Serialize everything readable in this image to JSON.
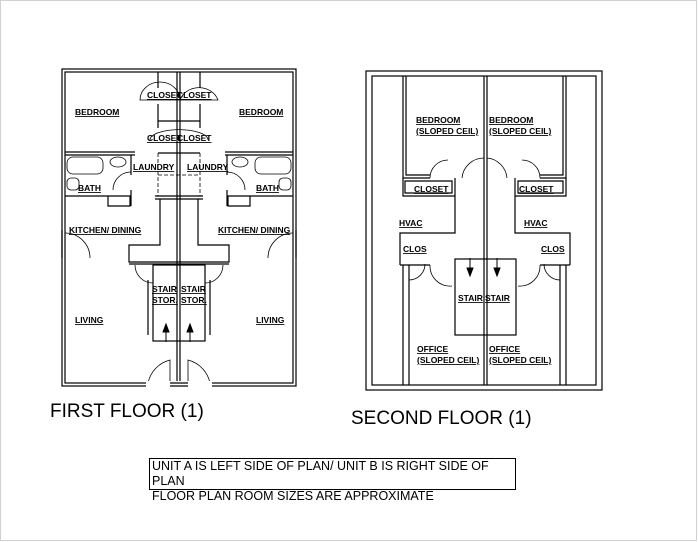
{
  "first_floor": {
    "title": "FIRST FLOOR (1)",
    "labels": {
      "bedroom_a": "BEDROOM",
      "bedroom_b": "BEDROOM",
      "closet_top_a": "CLOSET",
      "closet_top_b": "CLOSET",
      "closet_mid_a": "CLOSET",
      "closet_mid_b": "CLOSET",
      "laundry_a": "LAUNDRY",
      "laundry_b": "LAUNDRY",
      "bath_a": "BATH",
      "bath_b": "BATH",
      "kitchen_a": "KITCHEN/ DINING",
      "kitchen_b": "KITCHEN/ DINING",
      "stair_a": "STAIR",
      "stor_a": "STOR.",
      "stair_b": "STAIR",
      "stor_b": "STOR.",
      "living_a": "LIVING",
      "living_b": "LIVING"
    }
  },
  "second_floor": {
    "title": "SECOND FLOOR (1)",
    "labels": {
      "bedroom_a": "BEDROOM",
      "bedroom_a2": "(SLOPED CEIL)",
      "bedroom_b": "BEDROOM",
      "bedroom_b2": "(SLOPED CEIL)",
      "closet_a": "CLOSET",
      "closet_b": "CLOSET",
      "hvac_a": "HVAC",
      "hvac_b": "HVAC",
      "clos_a": "CLOS",
      "clos_b": "CLOS",
      "stair_a": "STAIR",
      "stair_b": "STAIR",
      "office_a": "OFFICE",
      "office_a2": "(SLOPED CEIL)",
      "office_b": "OFFICE",
      "office_b2": "(SLOPED CEIL)"
    }
  },
  "notes": {
    "line1": "UNIT A IS LEFT SIDE OF PLAN/ UNIT B IS RIGHT SIDE OF PLAN",
    "line2": "FLOOR PLAN ROOM SIZES ARE APPROXIMATE"
  }
}
